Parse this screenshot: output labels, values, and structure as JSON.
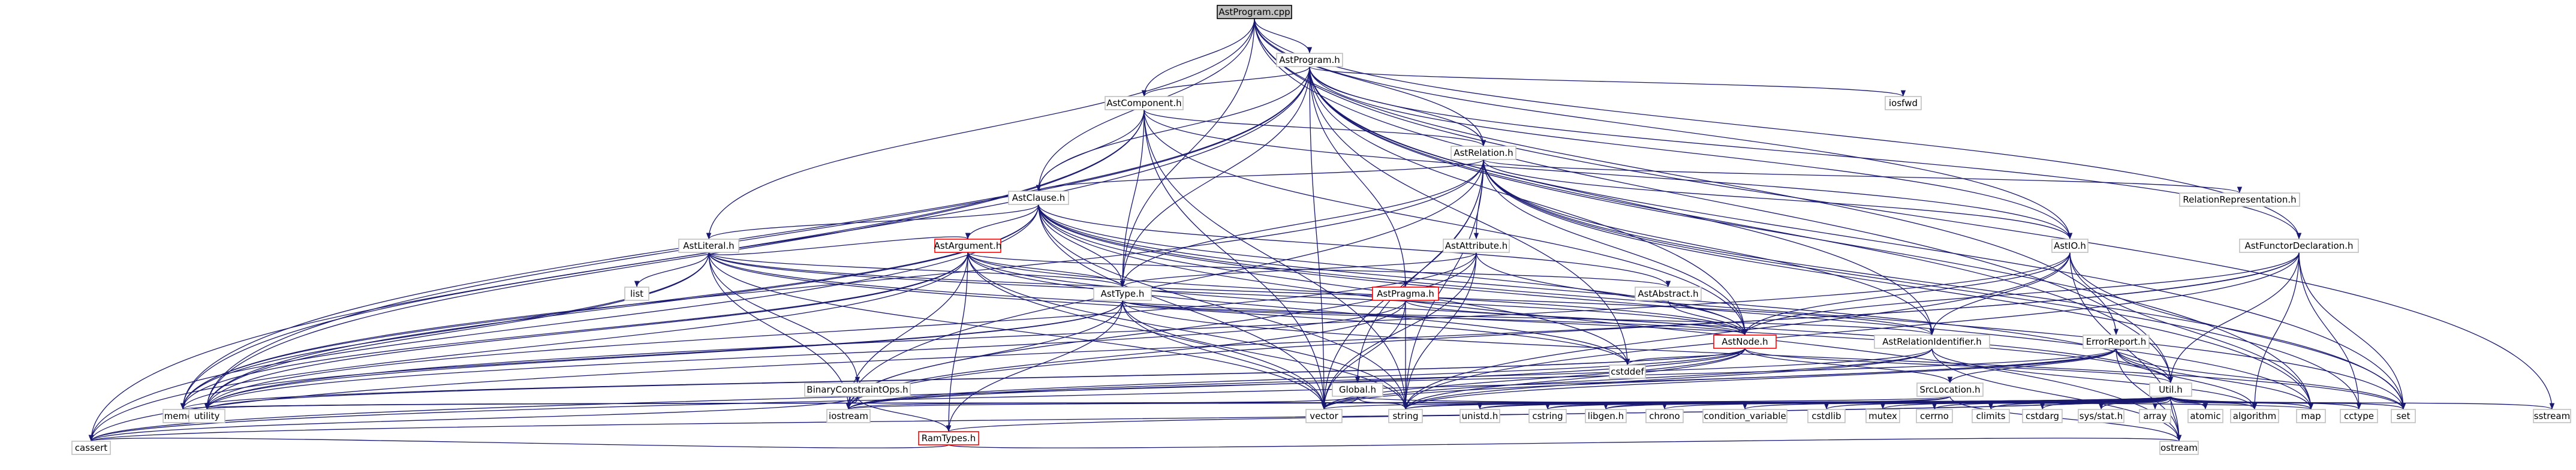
{
  "graph": {
    "root": "AstProgram.cpp",
    "nodes": [
      {
        "id": "n_root",
        "label": "AstProgram.cpp"
      },
      {
        "id": "n_astprogram_h",
        "label": "AstProgram.h"
      },
      {
        "id": "n_astcomponent_h",
        "label": "AstComponent.h"
      },
      {
        "id": "n_iosfwd",
        "label": "iosfwd"
      },
      {
        "id": "n_astrelation_h",
        "label": "AstRelation.h"
      },
      {
        "id": "n_astclause_h",
        "label": "AstClause.h"
      },
      {
        "id": "n_relrep_h",
        "label": "RelationRepresentation.h"
      },
      {
        "id": "n_astliteral_h",
        "label": "AstLiteral.h"
      },
      {
        "id": "n_astargument_h",
        "label": "AstArgument.h"
      },
      {
        "id": "n_astattribute_h",
        "label": "AstAttribute.h"
      },
      {
        "id": "n_astio_h",
        "label": "AstIO.h"
      },
      {
        "id": "n_astfunctordecl_h",
        "label": "AstFunctorDeclaration.h"
      },
      {
        "id": "n_list",
        "label": "list"
      },
      {
        "id": "n_asttype_h",
        "label": "AstType.h"
      },
      {
        "id": "n_astabstract_h",
        "label": "AstAbstract.h"
      },
      {
        "id": "n_astpragma_h",
        "label": "AstPragma.h"
      },
      {
        "id": "n_astnode_h",
        "label": "AstNode.h"
      },
      {
        "id": "n_astrelid_h",
        "label": "AstRelationIdentifier.h"
      },
      {
        "id": "n_errorreport_h",
        "label": "ErrorReport.h"
      },
      {
        "id": "n_cstddef",
        "label": "cstddef"
      },
      {
        "id": "n_binconstr_h",
        "label": "BinaryConstraintOps.h"
      },
      {
        "id": "n_global_h",
        "label": "Global.h"
      },
      {
        "id": "n_srclocation_h",
        "label": "SrcLocation.h"
      },
      {
        "id": "n_util_h",
        "label": "Util.h"
      },
      {
        "id": "n_ramtypes_h",
        "label": "RamTypes.h"
      },
      {
        "id": "n_memory",
        "label": "memory"
      },
      {
        "id": "n_utility",
        "label": "utility"
      },
      {
        "id": "n_iostream",
        "label": "iostream"
      },
      {
        "id": "n_vector",
        "label": "vector"
      },
      {
        "id": "n_string",
        "label": "string"
      },
      {
        "id": "n_unistd_h",
        "label": "unistd.h"
      },
      {
        "id": "n_cstring",
        "label": "cstring"
      },
      {
        "id": "n_libgen_h",
        "label": "libgen.h"
      },
      {
        "id": "n_chrono",
        "label": "chrono"
      },
      {
        "id": "n_condvar",
        "label": "condition_variable"
      },
      {
        "id": "n_cstdlib",
        "label": "cstdlib"
      },
      {
        "id": "n_mutex",
        "label": "mutex"
      },
      {
        "id": "n_cerrno",
        "label": "cerrno"
      },
      {
        "id": "n_climits",
        "label": "climits"
      },
      {
        "id": "n_cstdarg",
        "label": "cstdarg"
      },
      {
        "id": "n_sysstat_h",
        "label": "sys/stat.h"
      },
      {
        "id": "n_array",
        "label": "array"
      },
      {
        "id": "n_atomic",
        "label": "atomic"
      },
      {
        "id": "n_algorithm",
        "label": "algorithm"
      },
      {
        "id": "n_map",
        "label": "map"
      },
      {
        "id": "n_cctype",
        "label": "cctype"
      },
      {
        "id": "n_set",
        "label": "set"
      },
      {
        "id": "n_sstream",
        "label": "sstream"
      },
      {
        "id": "n_cassert",
        "label": "cassert"
      },
      {
        "id": "n_ostream",
        "label": "ostream"
      }
    ],
    "edges": [
      [
        "n_root",
        "n_astprogram_h"
      ],
      [
        "n_root",
        "n_astcomponent_h"
      ],
      [
        "n_root",
        "n_astrelation_h"
      ],
      [
        "n_root",
        "n_astclause_h"
      ],
      [
        "n_root",
        "n_astliteral_h"
      ],
      [
        "n_root",
        "n_asttype_h"
      ],
      [
        "n_root",
        "n_astio_h"
      ],
      [
        "n_root",
        "n_astfunctordecl_h"
      ],
      [
        "n_root",
        "n_errorreport_h"
      ],
      [
        "n_root",
        "n_util_h"
      ],
      [
        "n_root",
        "n_sstream"
      ],
      [
        "n_astprogram_h",
        "n_astcomponent_h"
      ],
      [
        "n_astprogram_h",
        "n_iosfwd"
      ],
      [
        "n_astprogram_h",
        "n_astrelation_h"
      ],
      [
        "n_astprogram_h",
        "n_astclause_h"
      ],
      [
        "n_astprogram_h",
        "n_astio_h"
      ],
      [
        "n_astprogram_h",
        "n_astfunctordecl_h"
      ],
      [
        "n_astprogram_h",
        "n_asttype_h"
      ],
      [
        "n_astprogram_h",
        "n_astpragma_h"
      ],
      [
        "n_astprogram_h",
        "n_astnode_h"
      ],
      [
        "n_astprogram_h",
        "n_astrelid_h"
      ],
      [
        "n_astprogram_h",
        "n_util_h"
      ],
      [
        "n_astprogram_h",
        "n_memory"
      ],
      [
        "n_astprogram_h",
        "n_utility"
      ],
      [
        "n_astprogram_h",
        "n_cstddef"
      ],
      [
        "n_astprogram_h",
        "n_cassert"
      ],
      [
        "n_astprogram_h",
        "n_vector"
      ],
      [
        "n_astprogram_h",
        "n_map"
      ],
      [
        "n_astprogram_h",
        "n_set"
      ],
      [
        "n_astcomponent_h",
        "n_astrelation_h"
      ],
      [
        "n_astcomponent_h",
        "n_astclause_h"
      ],
      [
        "n_astcomponent_h",
        "n_asttype_h"
      ],
      [
        "n_astcomponent_h",
        "n_astio_h"
      ],
      [
        "n_astcomponent_h",
        "n_memory"
      ],
      [
        "n_astcomponent_h",
        "n_vector"
      ],
      [
        "n_astcomponent_h",
        "n_string"
      ],
      [
        "n_astcomponent_h",
        "n_utility"
      ],
      [
        "n_astcomponent_h",
        "n_astnode_h"
      ],
      [
        "n_astrelation_h",
        "n_astclause_h"
      ],
      [
        "n_astrelation_h",
        "n_astattribute_h"
      ],
      [
        "n_astrelation_h",
        "n_relrep_h"
      ],
      [
        "n_astrelation_h",
        "n_astio_h"
      ],
      [
        "n_astrelation_h",
        "n_asttype_h"
      ],
      [
        "n_astrelation_h",
        "n_astnode_h"
      ],
      [
        "n_astrelation_h",
        "n_astrelid_h"
      ],
      [
        "n_astrelation_h",
        "n_global_h"
      ],
      [
        "n_astrelation_h",
        "n_memory"
      ],
      [
        "n_astrelation_h",
        "n_vector"
      ],
      [
        "n_astrelation_h",
        "n_string"
      ],
      [
        "n_astrelation_h",
        "n_set"
      ],
      [
        "n_astrelation_h",
        "n_map"
      ],
      [
        "n_astrelation_h",
        "n_cctype"
      ],
      [
        "n_astrelation_h",
        "n_iostream"
      ],
      [
        "n_astclause_h",
        "n_astliteral_h"
      ],
      [
        "n_astclause_h",
        "n_astargument_h"
      ],
      [
        "n_astclause_h",
        "n_astnode_h"
      ],
      [
        "n_astclause_h",
        "n_asttype_h"
      ],
      [
        "n_astclause_h",
        "n_memory"
      ],
      [
        "n_astclause_h",
        "n_vector"
      ],
      [
        "n_astclause_h",
        "n_string"
      ],
      [
        "n_astclause_h",
        "n_set"
      ],
      [
        "n_astclause_h",
        "n_map"
      ],
      [
        "n_astclause_h",
        "n_cassert"
      ],
      [
        "n_astclause_h",
        "n_cstddef"
      ],
      [
        "n_astclause_h",
        "n_utility"
      ],
      [
        "n_astclause_h",
        "n_astabstract_h"
      ],
      [
        "n_astclause_h",
        "n_util_h"
      ],
      [
        "n_astclause_h",
        "n_ostream"
      ],
      [
        "n_astliteral_h",
        "n_astargument_h"
      ],
      [
        "n_astliteral_h",
        "n_astnode_h"
      ],
      [
        "n_astliteral_h",
        "n_binconstr_h"
      ],
      [
        "n_astliteral_h",
        "n_astrelid_h"
      ],
      [
        "n_astliteral_h",
        "n_list"
      ],
      [
        "n_astliteral_h",
        "n_memory"
      ],
      [
        "n_astliteral_h",
        "n_utility"
      ],
      [
        "n_astliteral_h",
        "n_vector"
      ],
      [
        "n_astliteral_h",
        "n_iostream"
      ],
      [
        "n_astliteral_h",
        "n_asttype_h"
      ],
      [
        "n_astliteral_h",
        "n_util_h"
      ],
      [
        "n_astliteral_h",
        "n_cstddef"
      ],
      [
        "n_astargument_h",
        "n_astabstract_h"
      ],
      [
        "n_astargument_h",
        "n_asttype_h"
      ],
      [
        "n_astargument_h",
        "n_astnode_h"
      ],
      [
        "n_astargument_h",
        "n_ramtypes_h"
      ],
      [
        "n_astargument_h",
        "n_util_h"
      ],
      [
        "n_astargument_h",
        "n_memory"
      ],
      [
        "n_astargument_h",
        "n_utility"
      ],
      [
        "n_astargument_h",
        "n_vector"
      ],
      [
        "n_astargument_h",
        "n_string"
      ],
      [
        "n_astargument_h",
        "n_cassert"
      ],
      [
        "n_astargument_h",
        "n_cstddef"
      ],
      [
        "n_astargument_h",
        "n_iostream"
      ],
      [
        "n_astattribute_h",
        "n_asttype_h"
      ],
      [
        "n_astattribute_h",
        "n_astnode_h"
      ],
      [
        "n_astattribute_h",
        "n_iostream"
      ],
      [
        "n_astattribute_h",
        "n_string"
      ],
      [
        "n_astattribute_h",
        "n_vector"
      ],
      [
        "n_astattribute_h",
        "n_utility"
      ],
      [
        "n_astio_h",
        "n_astnode_h"
      ],
      [
        "n_astio_h",
        "n_astrelid_h"
      ],
      [
        "n_astio_h",
        "n_map"
      ],
      [
        "n_astio_h",
        "n_ostream"
      ],
      [
        "n_astio_h",
        "n_string"
      ],
      [
        "n_astio_h",
        "n_utility"
      ],
      [
        "n_astio_h",
        "n_set"
      ],
      [
        "n_astfunctordecl_h",
        "n_astnode_h"
      ],
      [
        "n_astfunctordecl_h",
        "n_util_h"
      ],
      [
        "n_astfunctordecl_h",
        "n_algorithm"
      ],
      [
        "n_astfunctordecl_h",
        "n_iostream"
      ],
      [
        "n_astfunctordecl_h",
        "n_string"
      ],
      [
        "n_astfunctordecl_h",
        "n_cctype"
      ],
      [
        "n_astfunctordecl_h",
        "n_set"
      ],
      [
        "n_astfunctordecl_h",
        "n_cassert"
      ],
      [
        "n_asttype_h",
        "n_astnode_h"
      ],
      [
        "n_asttype_h",
        "n_astrelid_h"
      ],
      [
        "n_asttype_h",
        "n_ramtypes_h"
      ],
      [
        "n_asttype_h",
        "n_iostream"
      ],
      [
        "n_asttype_h",
        "n_vector"
      ],
      [
        "n_asttype_h",
        "n_string"
      ],
      [
        "n_asttype_h",
        "n_set"
      ],
      [
        "n_asttype_h",
        "n_utility"
      ],
      [
        "n_asttype_h",
        "n_memory"
      ],
      [
        "n_astabstract_h",
        "n_astnode_h"
      ],
      [
        "n_astpragma_h",
        "n_astnode_h"
      ],
      [
        "n_astpragma_h",
        "n_iostream"
      ],
      [
        "n_astpragma_h",
        "n_string"
      ],
      [
        "n_astpragma_h",
        "n_utility"
      ],
      [
        "n_astpragma_h",
        "n_vector"
      ],
      [
        "n_astnode_h",
        "n_srclocation_h"
      ],
      [
        "n_astnode_h",
        "n_util_h"
      ],
      [
        "n_astnode_h",
        "n_memory"
      ],
      [
        "n_astnode_h",
        "n_utility"
      ],
      [
        "n_astnode_h",
        "n_vector"
      ],
      [
        "n_astnode_h",
        "n_string"
      ],
      [
        "n_astnode_h",
        "n_cassert"
      ],
      [
        "n_astnode_h",
        "n_iostream"
      ],
      [
        "n_astnode_h",
        "n_cstddef"
      ],
      [
        "n_astrelid_h",
        "n_iostream"
      ],
      [
        "n_astrelid_h",
        "n_string"
      ],
      [
        "n_astrelid_h",
        "n_vector"
      ],
      [
        "n_astrelid_h",
        "n_algorithm"
      ],
      [
        "n_astrelid_h",
        "n_ostream"
      ],
      [
        "n_errorreport_h",
        "n_srclocation_h"
      ],
      [
        "n_errorreport_h",
        "n_algorithm"
      ],
      [
        "n_errorreport_h",
        "n_iostream"
      ],
      [
        "n_errorreport_h",
        "n_map"
      ],
      [
        "n_errorreport_h",
        "n_set"
      ],
      [
        "n_errorreport_h",
        "n_string"
      ],
      [
        "n_errorreport_h",
        "n_vector"
      ],
      [
        "n_errorreport_h",
        "n_cassert"
      ],
      [
        "n_errorreport_h",
        "n_ostream"
      ],
      [
        "n_binconstr_h",
        "n_ramtypes_h"
      ],
      [
        "n_binconstr_h",
        "n_iostream"
      ],
      [
        "n_binconstr_h",
        "n_cassert"
      ],
      [
        "n_global_h",
        "n_iostream"
      ],
      [
        "n_global_h",
        "n_string"
      ],
      [
        "n_global_h",
        "n_vector"
      ],
      [
        "n_global_h",
        "n_map"
      ],
      [
        "n_srclocation_h",
        "n_string"
      ],
      [
        "n_srclocation_h",
        "n_cstring"
      ],
      [
        "n_srclocation_h",
        "n_utility"
      ],
      [
        "n_srclocation_h",
        "n_unistd_h"
      ],
      [
        "n_srclocation_h",
        "n_libgen_h"
      ],
      [
        "n_srclocation_h",
        "n_ostream"
      ],
      [
        "n_util_h",
        "n_vector"
      ],
      [
        "n_util_h",
        "n_string"
      ],
      [
        "n_util_h",
        "n_unistd_h"
      ],
      [
        "n_util_h",
        "n_cstring"
      ],
      [
        "n_util_h",
        "n_libgen_h"
      ],
      [
        "n_util_h",
        "n_chrono"
      ],
      [
        "n_util_h",
        "n_condvar"
      ],
      [
        "n_util_h",
        "n_cstdlib"
      ],
      [
        "n_util_h",
        "n_mutex"
      ],
      [
        "n_util_h",
        "n_cerrno"
      ],
      [
        "n_util_h",
        "n_climits"
      ],
      [
        "n_util_h",
        "n_cstdarg"
      ],
      [
        "n_util_h",
        "n_sysstat_h"
      ],
      [
        "n_util_h",
        "n_array"
      ],
      [
        "n_util_h",
        "n_atomic"
      ],
      [
        "n_util_h",
        "n_algorithm"
      ],
      [
        "n_util_h",
        "n_map"
      ],
      [
        "n_util_h",
        "n_cctype"
      ],
      [
        "n_util_h",
        "n_set"
      ],
      [
        "n_util_h",
        "n_sstream"
      ],
      [
        "n_util_h",
        "n_memory"
      ],
      [
        "n_util_h",
        "n_utility"
      ],
      [
        "n_util_h",
        "n_iostream"
      ],
      [
        "n_util_h",
        "n_cassert"
      ],
      [
        "n_util_h",
        "n_ostream"
      ],
      [
        "n_util_h",
        "n_ramtypes_h"
      ],
      [
        "n_ramtypes_h",
        "n_cassert"
      ],
      [
        "n_ramtypes_h",
        "n_ostream"
      ]
    ],
    "colors": {
      "edge": "#191970",
      "node_border": "#bfbfbf",
      "root_fill": "#bfbfbf",
      "highlight_border": "#ff0000"
    }
  }
}
